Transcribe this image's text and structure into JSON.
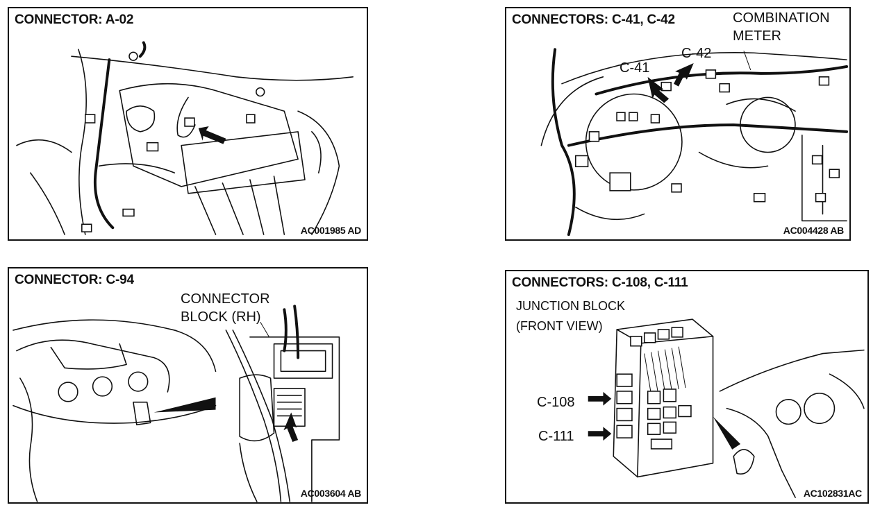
{
  "panels": [
    {
      "title": "CONNECTOR: A-02",
      "code": "AC001985 AD"
    },
    {
      "title": "CONNECTORS: C-41, C-42",
      "code": "AC004428 AB",
      "labels": {
        "combination_meter_1": "COMBINATION",
        "combination_meter_2": "METER",
        "c41": "C-41",
        "c42": "C-42"
      }
    },
    {
      "title": "CONNECTOR: C-94",
      "code": "AC003604 AB",
      "labels": {
        "connector_block_1": "CONNECTOR",
        "connector_block_2": "BLOCK (RH)"
      }
    },
    {
      "title": "CONNECTORS: C-108, C-111",
      "code": "AC102831AC",
      "labels": {
        "junction_1": "JUNCTION BLOCK",
        "junction_2": "(FRONT VIEW)",
        "c108": "C-108",
        "c111": "C-111"
      }
    }
  ]
}
